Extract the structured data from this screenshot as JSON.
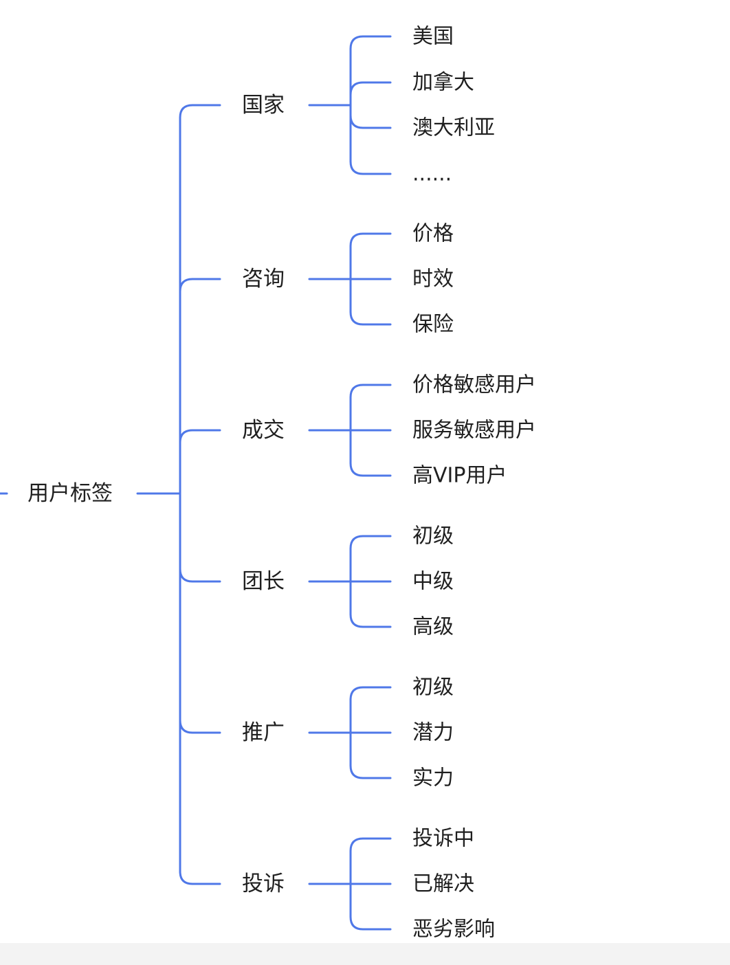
{
  "colors": {
    "connector": "#4f78e8",
    "text": "#1f1f1f",
    "background": "#ffffff"
  },
  "mindmap": {
    "root": "用户标签",
    "categories": [
      {
        "label": "国家",
        "children": [
          "美国",
          "加拿大",
          "澳大利亚",
          "......"
        ]
      },
      {
        "label": "咨询",
        "children": [
          "价格",
          "时效",
          "保险"
        ]
      },
      {
        "label": "成交",
        "children": [
          "价格敏感用户",
          "服务敏感用户",
          "高VIP用户"
        ]
      },
      {
        "label": "团长",
        "children": [
          "初级",
          "中级",
          "高级"
        ]
      },
      {
        "label": "推广",
        "children": [
          "初级",
          "潜力",
          "实力"
        ]
      },
      {
        "label": "投诉",
        "children": [
          "投诉中",
          "已解决",
          "恶劣影响"
        ]
      }
    ]
  }
}
